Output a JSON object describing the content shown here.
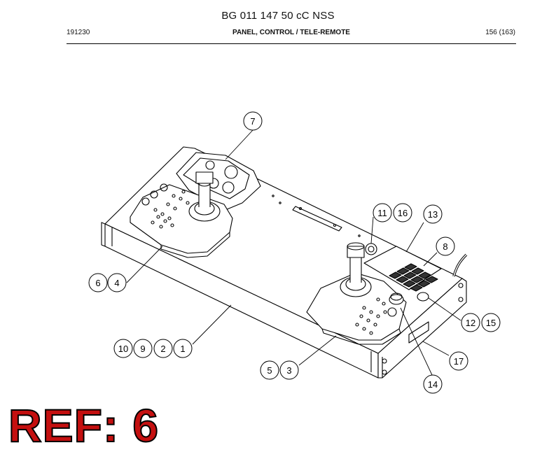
{
  "header": {
    "title": "BG 011 147 50 cC NSS",
    "left": "191230",
    "center": "PANEL, CONTROL / TELE-REMOTE",
    "right": "156 (163)"
  },
  "callouts": [
    "1",
    "2",
    "3",
    "4",
    "5",
    "6",
    "7",
    "8",
    "9",
    "10",
    "11",
    "12",
    "13",
    "14",
    "15",
    "16",
    "17"
  ],
  "ref_label": "REF: 6"
}
